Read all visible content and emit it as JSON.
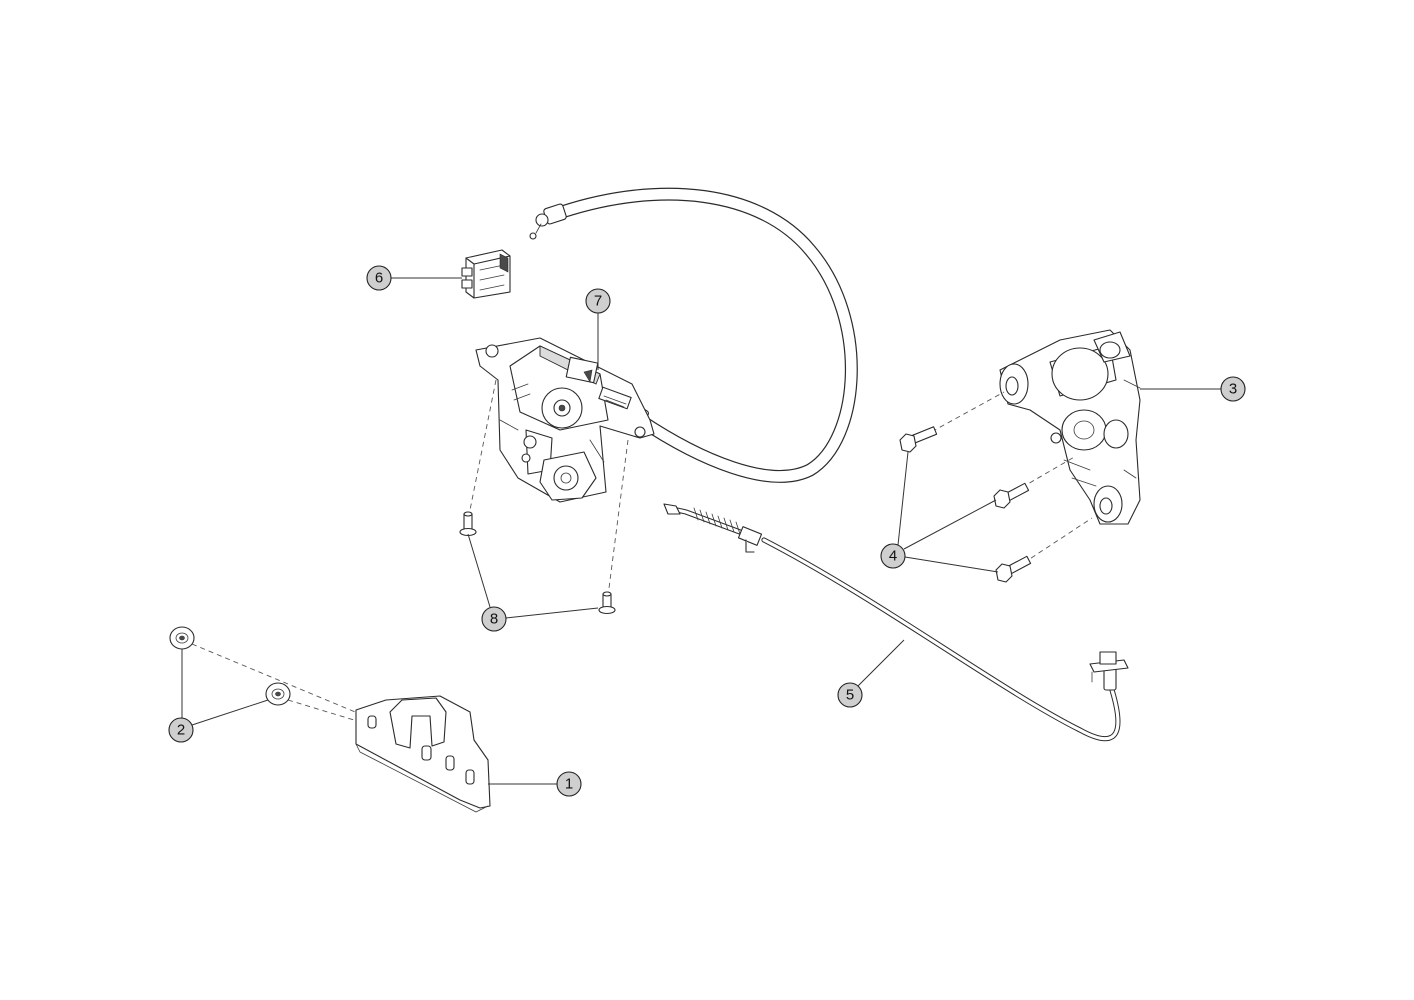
{
  "callouts": [
    {
      "id": "1",
      "label": "1"
    },
    {
      "id": "2",
      "label": "2"
    },
    {
      "id": "3",
      "label": "3"
    },
    {
      "id": "4",
      "label": "4"
    },
    {
      "id": "5",
      "label": "5"
    },
    {
      "id": "6",
      "label": "6"
    },
    {
      "id": "7",
      "label": "7"
    },
    {
      "id": "8",
      "label": "8"
    }
  ],
  "colors": {
    "callout_fill": "#cfcfcf",
    "line": "#2b2b2b",
    "background": "#ffffff"
  }
}
